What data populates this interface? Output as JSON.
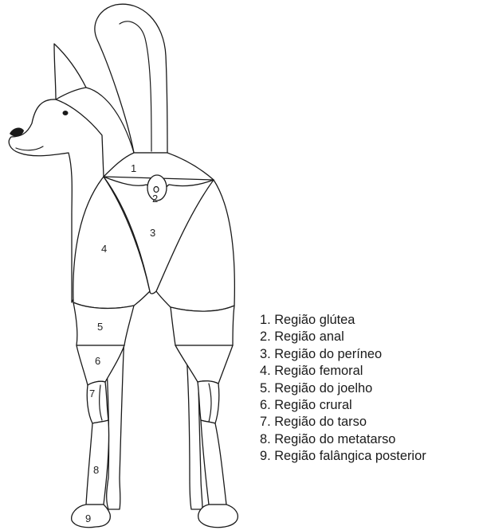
{
  "diagram": {
    "region_numbers": [
      "1",
      "2",
      "3",
      "4",
      "5",
      "6",
      "7",
      "8",
      "9"
    ],
    "legend": [
      "1. Região glútea",
      "2. Região anal",
      "3. Região do períneo",
      "4. Região femoral",
      "5. Região do joelho",
      "6. Região crural",
      "7. Região do tarso",
      "8. Região do metatarso",
      "9. Região falângica posterior"
    ],
    "colors": {
      "line": "#1a1a1a",
      "fill": "#ffffff",
      "text": "#222222"
    }
  }
}
